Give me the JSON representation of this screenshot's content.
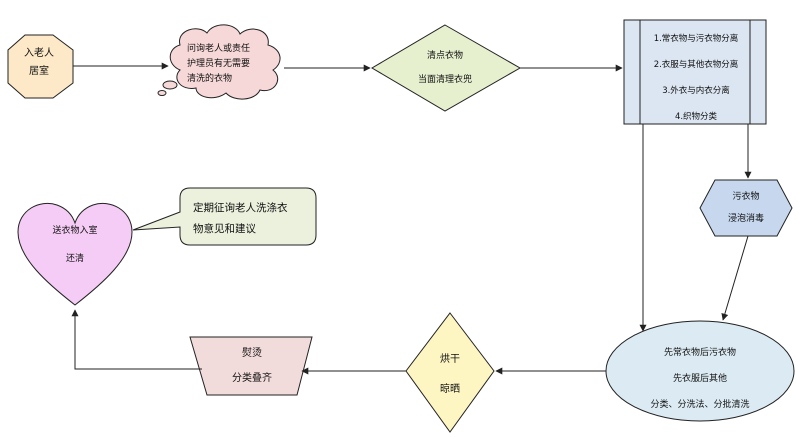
{
  "nodes": {
    "enter_room": {
      "lines": [
        "入老人",
        "居室"
      ]
    },
    "ask_cloud": {
      "lines": [
        "问询老人或责任",
        "护理员有无需要",
        "清洗的衣物"
      ]
    },
    "count_clothes": {
      "lines": [
        "清点衣物",
        "当面清理衣兜"
      ]
    },
    "sort_process": {
      "lines": [
        "1.常衣物与污衣物分离",
        "2.衣服与其他衣物分离",
        "3.外衣与内衣分离",
        "4.织物分类"
      ]
    },
    "dirty_soak": {
      "lines": [
        "污衣物",
        "浸泡消毒"
      ]
    },
    "wash_order": {
      "lines": [
        "先常衣物后污衣物",
        "先衣服后其他",
        "分类、分洗法、分批清洗"
      ]
    },
    "dry": {
      "lines": [
        "烘干",
        "晾晒"
      ]
    },
    "iron_fold": {
      "lines": [
        "熨烫",
        "分类叠齐"
      ]
    },
    "deliver": {
      "lines": [
        "送衣物入室",
        "还清"
      ]
    },
    "feedback_callout": {
      "lines": [
        "定期征询老人洗涤衣",
        "物意见和建议"
      ]
    }
  },
  "colors": {
    "octagon_fill": "#fde9c8",
    "cloud_fill": "#f7d8d8",
    "diamond_fill": "#e6f0cf",
    "process_fill": "#dce6f2",
    "hexagon_fill": "#c6d7ee",
    "ellipse_fill": "#dcebf3",
    "dry_fill": "#fdf6c3",
    "trapezoid_fill": "#f2dcdb",
    "heart_fill": "#f5ccf5",
    "callout_fill": "#ebf1dd",
    "stroke": "#222222"
  }
}
